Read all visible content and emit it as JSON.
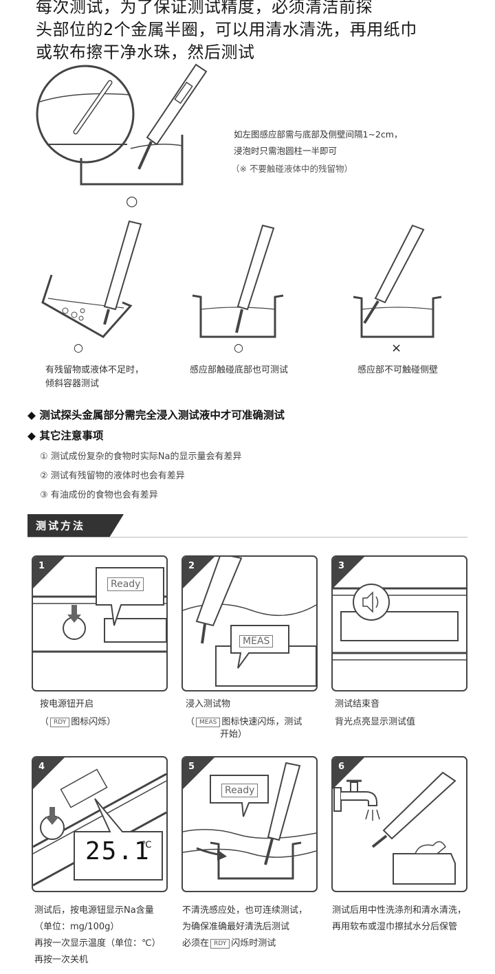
{
  "intro": {
    "line1": "每次测试，为了保证测试精度，必须清洁前探",
    "line2": "头部位的2个金属半圈，可以用清水清洗，再用纸巾",
    "line3": "或软布擦干净水珠，然后测试"
  },
  "diagram_top": {
    "note1": "如左图感应部需与底部及侧壁间隔1~2cm，",
    "note2": "浸泡时只需泡圆柱一半即可",
    "note3": "（※ 不要触碰液体中的残留物）",
    "mark": "○"
  },
  "examples": [
    {
      "mark": "○",
      "caption_line1": "有残留物或液体不足时，",
      "caption_line2": "倾斜容器测试"
    },
    {
      "mark": "○",
      "caption_line1": "感应部触碰底部也可测试",
      "caption_line2": ""
    },
    {
      "mark": "×",
      "caption_line1": "感应部不可触碰侧壁",
      "caption_line2": ""
    }
  ],
  "notice": {
    "bullet1": "◆ 测试探头金属部分需完全浸入测试液中才可准确测试",
    "bullet2": "◆ 其它注意事项",
    "items": [
      "① 测试成份复杂的食物时实际Na的显示量会有差异",
      "② 测试有残留物的液体时也会有差异",
      "③ 有油成份的食物也会有差异"
    ]
  },
  "section_title": "测试方法",
  "steps": [
    {
      "num": "1",
      "display": "Ready",
      "text_line1": "按电源钮开启",
      "text_pre": "（",
      "chip": "RDY",
      "text_post": "图标闪烁）",
      "text_line3": ""
    },
    {
      "num": "2",
      "display": "MEAS",
      "text_line1": "浸入测试物",
      "text_pre": "（",
      "chip": "MEAS",
      "text_post": "图标快速闪烁，测试",
      "text_line3": "开始）"
    },
    {
      "num": "3",
      "display": "",
      "text_line1": "测试结束音",
      "text_pre": "",
      "chip": "",
      "text_post": "背光点亮显示测试值",
      "text_line3": ""
    },
    {
      "num": "4",
      "display": "25.1",
      "unit": "℃",
      "text_line1": "测试后，按电源钮显示Na含量",
      "text_pre": "",
      "chip": "",
      "text_post": "（单位：mg/100g）",
      "text_line3": "再按一次显示温度（单位：℃）",
      "text_line4": "再按一次关机"
    },
    {
      "num": "5",
      "display": "Ready",
      "text_line1": "不清洗感应处，也可连续测试，",
      "text_pre": "",
      "chip": "",
      "text_post": "为确保准确最好清洗后测试",
      "text_line3_pre": "必须在",
      "chip2": "RDY",
      "text_line3_post": "闪烁时测试"
    },
    {
      "num": "6",
      "display": "",
      "text_line1": "测试后用中性洗涤剂和清水清洗，",
      "text_pre": "",
      "chip": "",
      "text_post": "再用软布或湿巾擦拭水分后保管",
      "text_line3": ""
    }
  ]
}
